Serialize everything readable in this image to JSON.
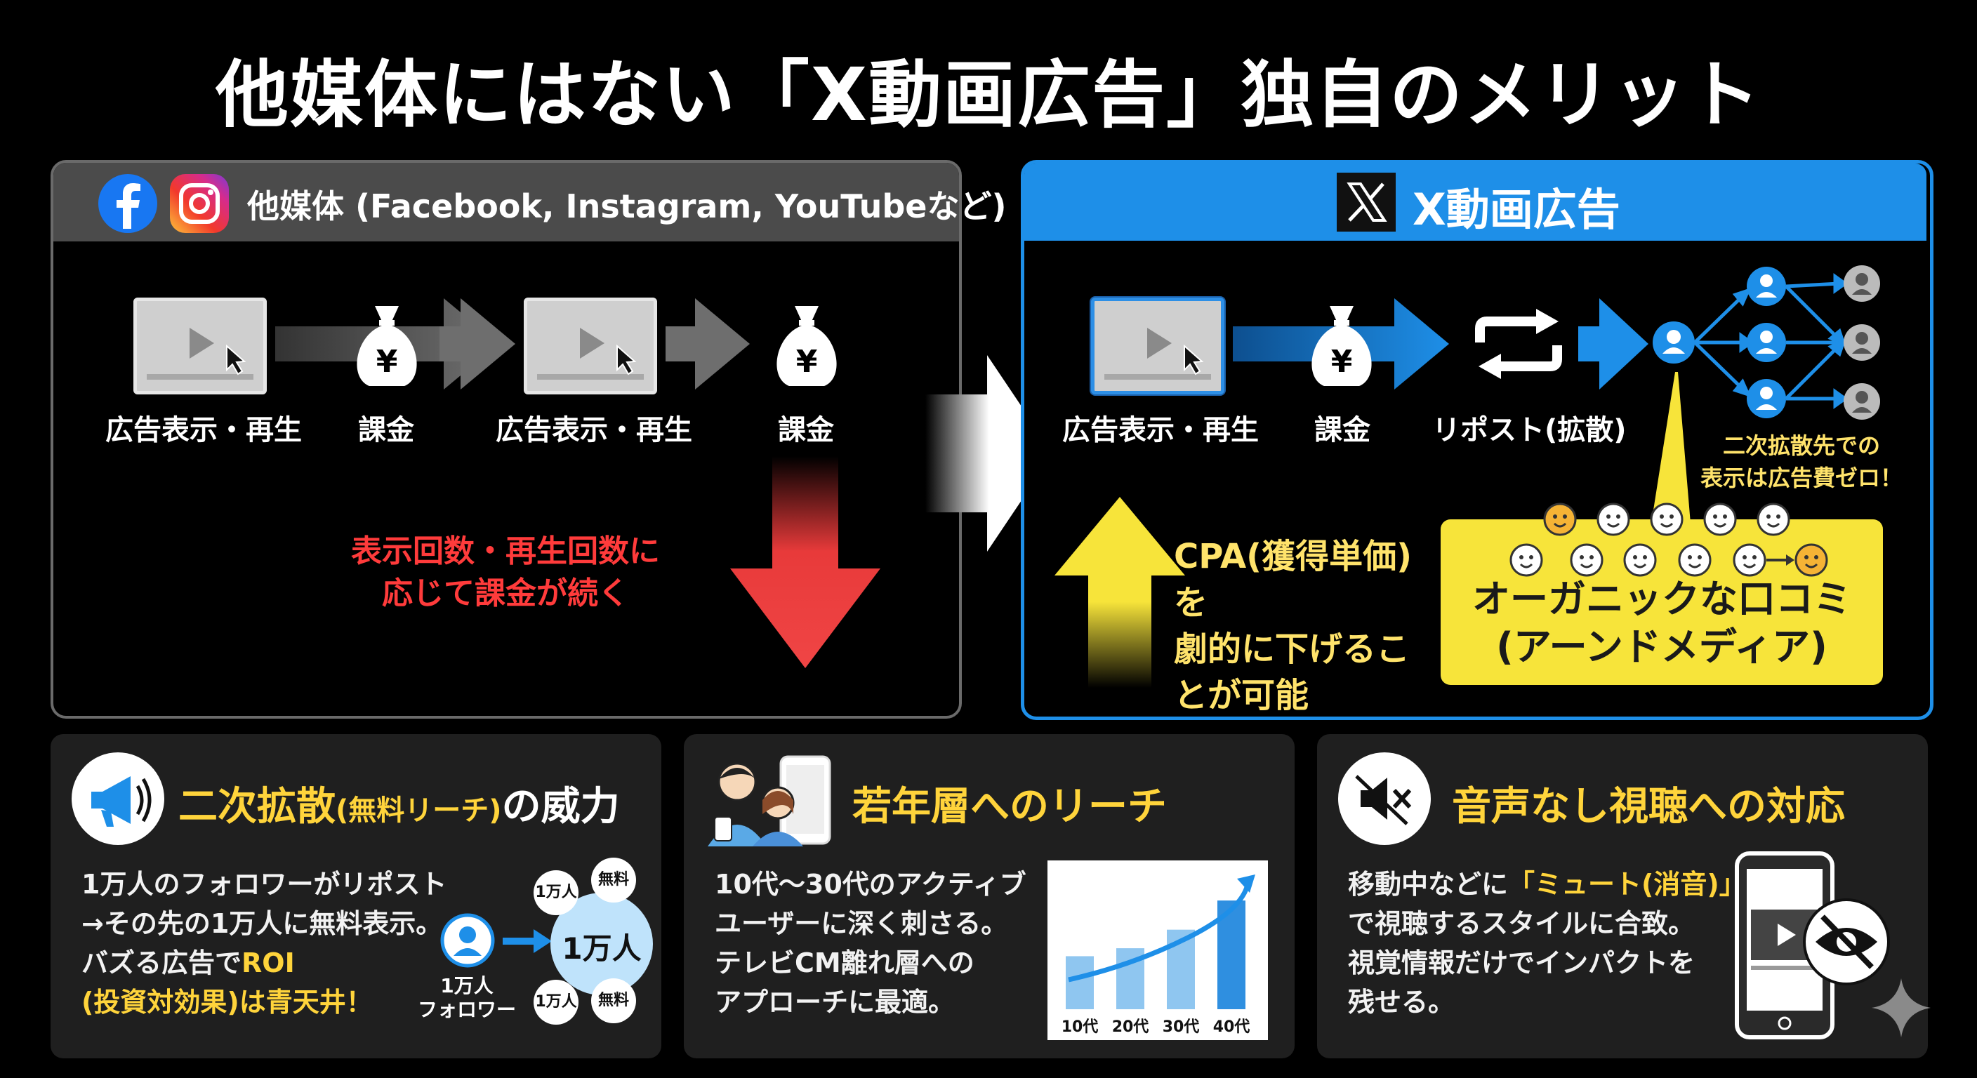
{
  "title": "他媒体にはない「X動画広告」独自のメリット",
  "left_panel": {
    "header": "他媒体 (Facebook, Instagram, YouTubeなど)",
    "step_labels": [
      "広告表示・再生",
      "課金",
      "広告表示・再生",
      "課金"
    ],
    "yen": "¥",
    "red_text_line1": "表示回数・再生回数に",
    "red_text_line2": "応じて課金が続く"
  },
  "right_panel": {
    "header": "X動画広告",
    "step_labels": [
      "広告表示・再生",
      "課金",
      "リポスト(拡散)"
    ],
    "yen": "¥",
    "note_line1": "二次拡散先での",
    "note_line2": "表示は広告費ゼロ！",
    "cpa_line1": "CPA(獲得単価)を",
    "cpa_line2": "劇的に下げるこ",
    "cpa_line3": "とが可能",
    "organic_line1": "オーガニックな口コミ",
    "organic_line2": "(アーンドメディア)"
  },
  "cards": [
    {
      "title_main": "二次拡散",
      "title_sub": "(無料リーチ)",
      "title_end": "の威力",
      "body_line1": "1万人のフォロワーがリポスト",
      "body_line2": "→その先の1万人に無料表示。",
      "body_line3a": "バズる広告で",
      "body_line3b": "ROI",
      "body_line4": "(投資対効果)は青天井！",
      "follower_label1": "1万人",
      "follower_label2": "フォロワー",
      "bubble_center": "1万人",
      "bubble_small1": "1万人",
      "bubble_small2": "無料",
      "bubble_small3": "1万人",
      "bubble_small4": "無料"
    },
    {
      "title": "若年層へのリーチ",
      "body_line1": "10代〜30代のアクティブ",
      "body_line2": "ユーザーに深く刺さる。",
      "body_line3": "テレビCM離れ層への",
      "body_line4": "アプローチに最適。",
      "chart_labels": [
        "10代",
        "20代",
        "30代",
        "40代"
      ]
    },
    {
      "title": "音声なし視聴への対応",
      "body_line1a": "移動中などに",
      "body_line1b": "「ミュート(消音)」",
      "body_line2": "で視聴するスタイルに合致。",
      "body_line3": "視覚情報だけでインパクトを",
      "body_line4": "残せる。"
    }
  ],
  "chart_data": {
    "type": "bar",
    "categories": [
      "10代",
      "20代",
      "30代",
      "40代"
    ],
    "values": [
      2.0,
      2.3,
      3.0,
      4.1
    ],
    "title": "",
    "xlabel": "",
    "ylabel": ""
  },
  "colors": {
    "accent_blue": "#1e8fe8",
    "yellow": "#ffd43b",
    "red": "#e83a3a",
    "gray_header": "#4b4b4b"
  },
  "icons": [
    "facebook-icon",
    "instagram-icon",
    "x-logo-icon",
    "play-screen-icon",
    "money-bag-icon",
    "repost-icon",
    "user-icon",
    "megaphone-icon",
    "people-phone-icon",
    "mute-icon",
    "eye-off-icon"
  ]
}
